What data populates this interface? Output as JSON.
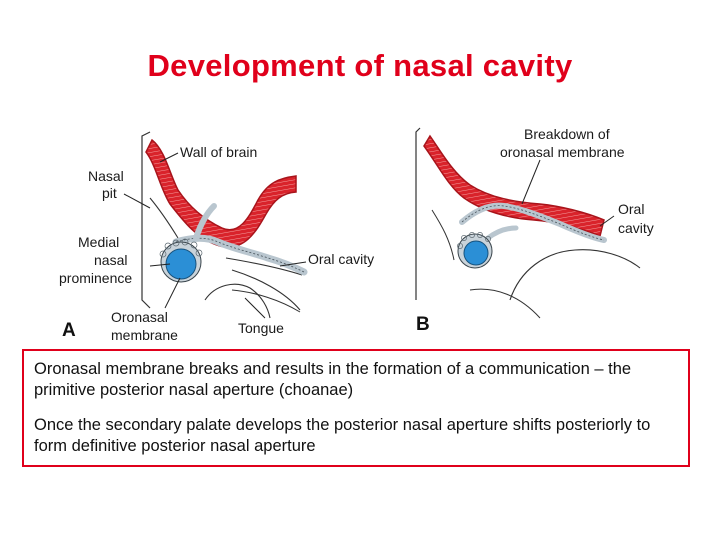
{
  "title": "Development of nasal cavity",
  "figure": {
    "panel_a": {
      "letter": "A",
      "labels": {
        "wall_of_brain": "Wall of brain",
        "nasal_pit": [
          "Nasal",
          "pit"
        ],
        "medial_nasal_prominence": [
          "Medial",
          "nasal",
          "prominence"
        ],
        "oral_cavity": "Oral cavity",
        "oronasal_membrane": [
          "Oronasal",
          "membrane"
        ],
        "tongue": "Tongue"
      }
    },
    "panel_b": {
      "letter": "B",
      "labels": {
        "breakdown": [
          "Breakdown of",
          "oronasal membrane"
        ],
        "oral_cavity": [
          "Oral",
          "cavity"
        ]
      }
    },
    "colors": {
      "brain_wall": "#d9232b",
      "nasal_pit_blue": "#2b8fd6",
      "tissue_gray": "#b9c6cf"
    }
  },
  "text": {
    "paragraph1": "Oronasal membrane breaks and results in the formation of a communication – the primitive posterior nasal aperture (choanae)",
    "paragraph2": "Once the secondary palate develops the posterior nasal aperture shifts posteriorly to form definitive posterior nasal aperture"
  }
}
